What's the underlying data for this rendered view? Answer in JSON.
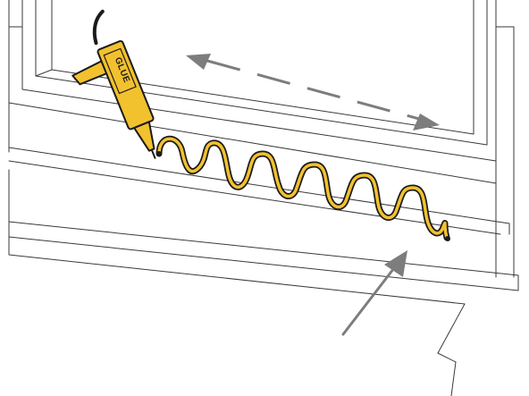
{
  "glue_gun": {
    "label": "GLUE",
    "color": "#f2c12e",
    "outline_color": "#1b1b1b"
  },
  "glue_bead": {
    "color": "#f2c12e",
    "outline_color": "#1b1b1b",
    "pattern": "serpentine"
  },
  "indicators": {
    "direction_arrow": "double-headed-dashed-arrow",
    "pointer_arrow": "arrow-pointing-to-glue-bead",
    "arrow_color": "#7d7d7d"
  },
  "line_art_color": "#3a3a3a"
}
